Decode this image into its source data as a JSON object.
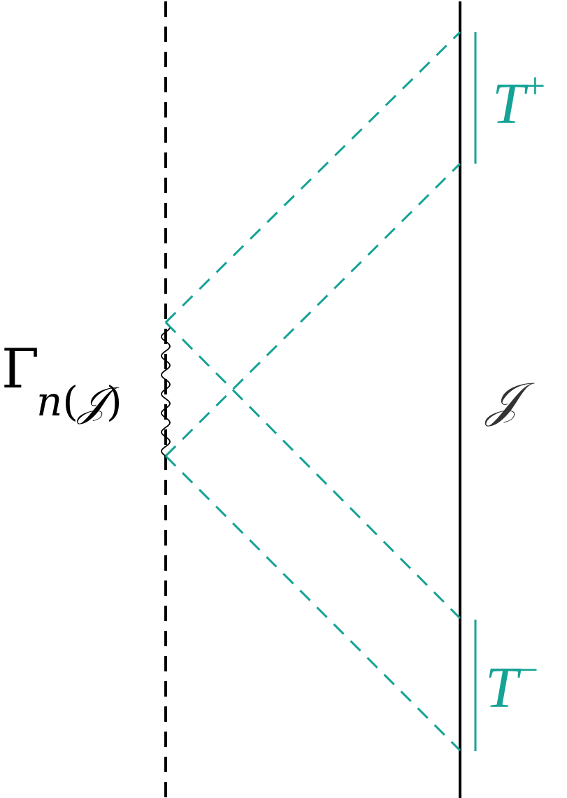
{
  "diagram": {
    "colors": {
      "accent": "#14a396",
      "ink": "#000000",
      "label": "#333333"
    },
    "labels": {
      "gamma_symbol": "Γ",
      "gamma_subscript_n": "n",
      "gamma_subscript_open": "(",
      "gamma_subscript_script": "𝒥",
      "gamma_subscript_close": ")",
      "boundary": "𝒥",
      "t_plus_base": "T",
      "t_plus_sup": "+",
      "t_minus_base": "T",
      "t_minus_sup": "−"
    }
  }
}
